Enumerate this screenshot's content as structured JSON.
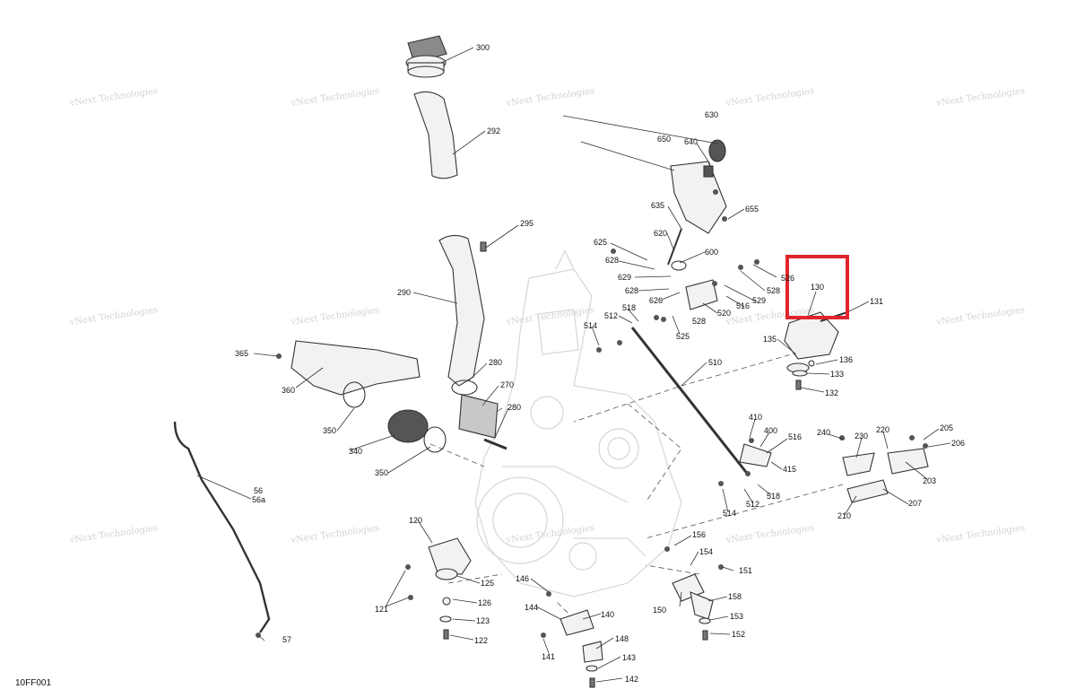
{
  "diagram": {
    "code": "10FF001",
    "highlight_color": "#e0242c",
    "highlighted_part": "130",
    "watermark": "vNext Technologies",
    "parts": [
      "300",
      "292",
      "295",
      "290",
      "280",
      "270",
      "280b",
      "365",
      "360",
      "350",
      "340",
      "350b",
      "56",
      "57",
      "630",
      "640",
      "650",
      "655",
      "635",
      "620",
      "625",
      "628",
      "600",
      "629",
      "628b",
      "626",
      "526",
      "528",
      "529",
      "516",
      "520",
      "528b",
      "525",
      "512",
      "518",
      "514",
      "510",
      "130",
      "131",
      "135",
      "136",
      "133",
      "132",
      "410",
      "400",
      "516b",
      "415",
      "518b",
      "512b",
      "514b",
      "240",
      "230",
      "220",
      "205",
      "206",
      "203",
      "207",
      "210",
      "120",
      "125",
      "126",
      "123",
      "122",
      "121",
      "156",
      "154",
      "151",
      "150",
      "158",
      "153",
      "152",
      "146",
      "144",
      "140",
      "148",
      "143",
      "142",
      "141"
    ],
    "labels": {
      "300": "300",
      "292": "292",
      "295": "295",
      "290": "290",
      "280": "280",
      "270": "270",
      "280b": "280",
      "365": "365",
      "360": "360",
      "350": "350",
      "340": "340",
      "350b": "350",
      "56": "56",
      "56a": "56a",
      "57": "57",
      "630": "630",
      "640": "640",
      "650": "650",
      "655": "655",
      "635": "635",
      "620": "620",
      "625": "625",
      "628": "628",
      "600": "600",
      "629": "629",
      "628b": "628",
      "626": "626",
      "526": "526",
      "528": "528",
      "529": "529",
      "516": "516",
      "520": "520",
      "528b": "528",
      "525": "525",
      "512": "512",
      "518": "518",
      "514": "514",
      "510": "510",
      "130": "130",
      "131": "131",
      "135": "135",
      "136": "136",
      "133": "133",
      "132": "132",
      "410": "410",
      "400": "400",
      "516b": "516",
      "415": "415",
      "518b": "518",
      "512b": "512",
      "514b": "514",
      "240": "240",
      "230": "230",
      "220": "220",
      "205": "205",
      "206": "206",
      "203": "203",
      "207": "207",
      "210": "210",
      "120": "120",
      "125": "125",
      "126": "126",
      "123": "123",
      "122": "122",
      "121": "121",
      "156": "156",
      "154": "154",
      "151": "151",
      "150": "150",
      "158": "158",
      "153": "153",
      "152": "152",
      "146": "146",
      "144": "144",
      "140": "140",
      "148": "148",
      "143": "143",
      "142": "142",
      "141": "141"
    }
  }
}
